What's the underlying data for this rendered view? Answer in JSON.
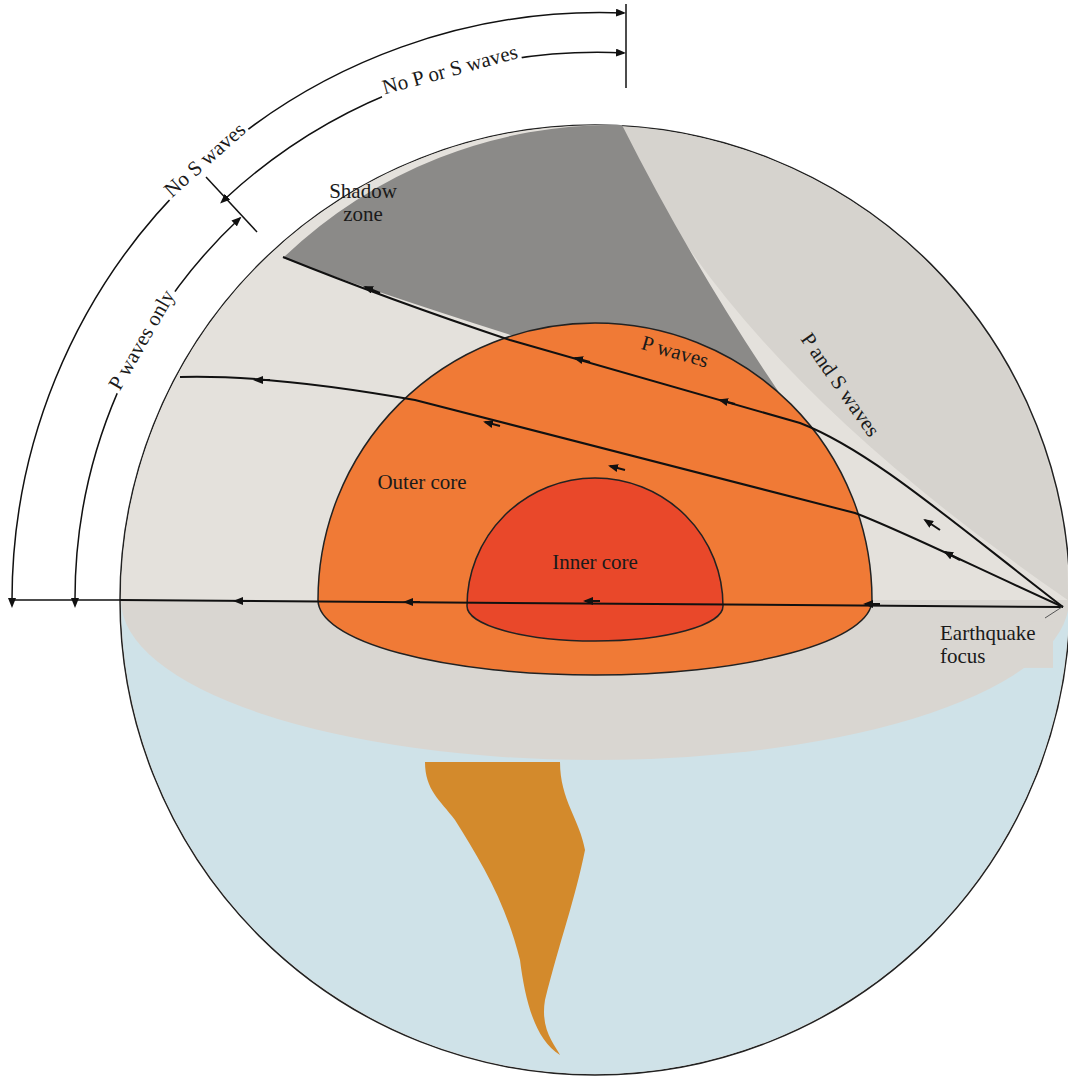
{
  "diagram": {
    "nodes": [
      {
        "text": [
          "Shadow zone"
        ]
      },
      {
        "text": [
          "Outer core"
        ]
      },
      {
        "text": [
          "Inner core"
        ],
        "in": 1
      }
    ],
    "labels": [
      "No S waves",
      "No P or S waves",
      "P waves only",
      "P and S waves",
      "P waves",
      "Earthquake focus"
    ]
  }
}
